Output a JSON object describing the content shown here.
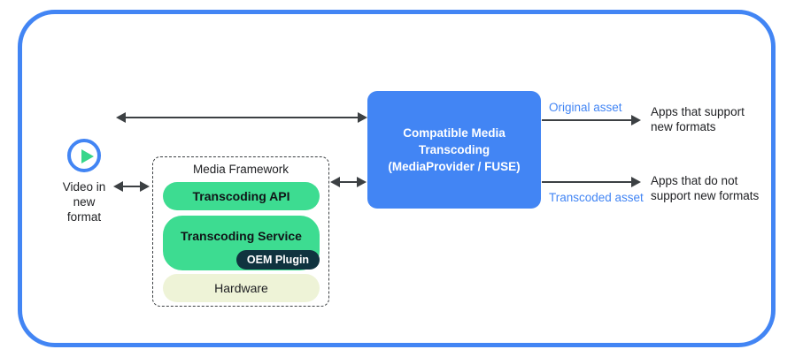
{
  "diagram": {
    "frame": {
      "accent_color": "#4285f4"
    },
    "source": {
      "icon": "play-circle-icon",
      "label": "Video in\nnew\nformat"
    },
    "media_framework": {
      "title": "Media Framework",
      "layers": [
        {
          "label": "Transcoding API",
          "color": "#3ddc91"
        },
        {
          "label": "Transcoding Service",
          "color": "#3ddc91"
        },
        {
          "label": "Hardware",
          "color": "#eef3d7"
        }
      ],
      "badge": {
        "label": "OEM Plugin",
        "color": "#10333f"
      }
    },
    "central_box": {
      "label": "Compatible Media\nTranscoding\n(MediaProvider / FUSE)",
      "color": "#4285f4"
    },
    "outputs": [
      {
        "edge_label": "Original asset",
        "edge_label_color": "#4285f4",
        "target": "Apps that support\nnew formats"
      },
      {
        "edge_label": "Transcoded asset",
        "edge_label_color": "#4285f4",
        "target": "Apps that do not\nsupport new formats"
      }
    ],
    "connectors": [
      {
        "name": "video-to-transcoding-bidirectional",
        "style": "double-arrow"
      },
      {
        "name": "video-to-framework-bidirectional",
        "style": "double-arrow"
      },
      {
        "name": "framework-to-transcoding-bidirectional",
        "style": "double-arrow"
      }
    ]
  }
}
